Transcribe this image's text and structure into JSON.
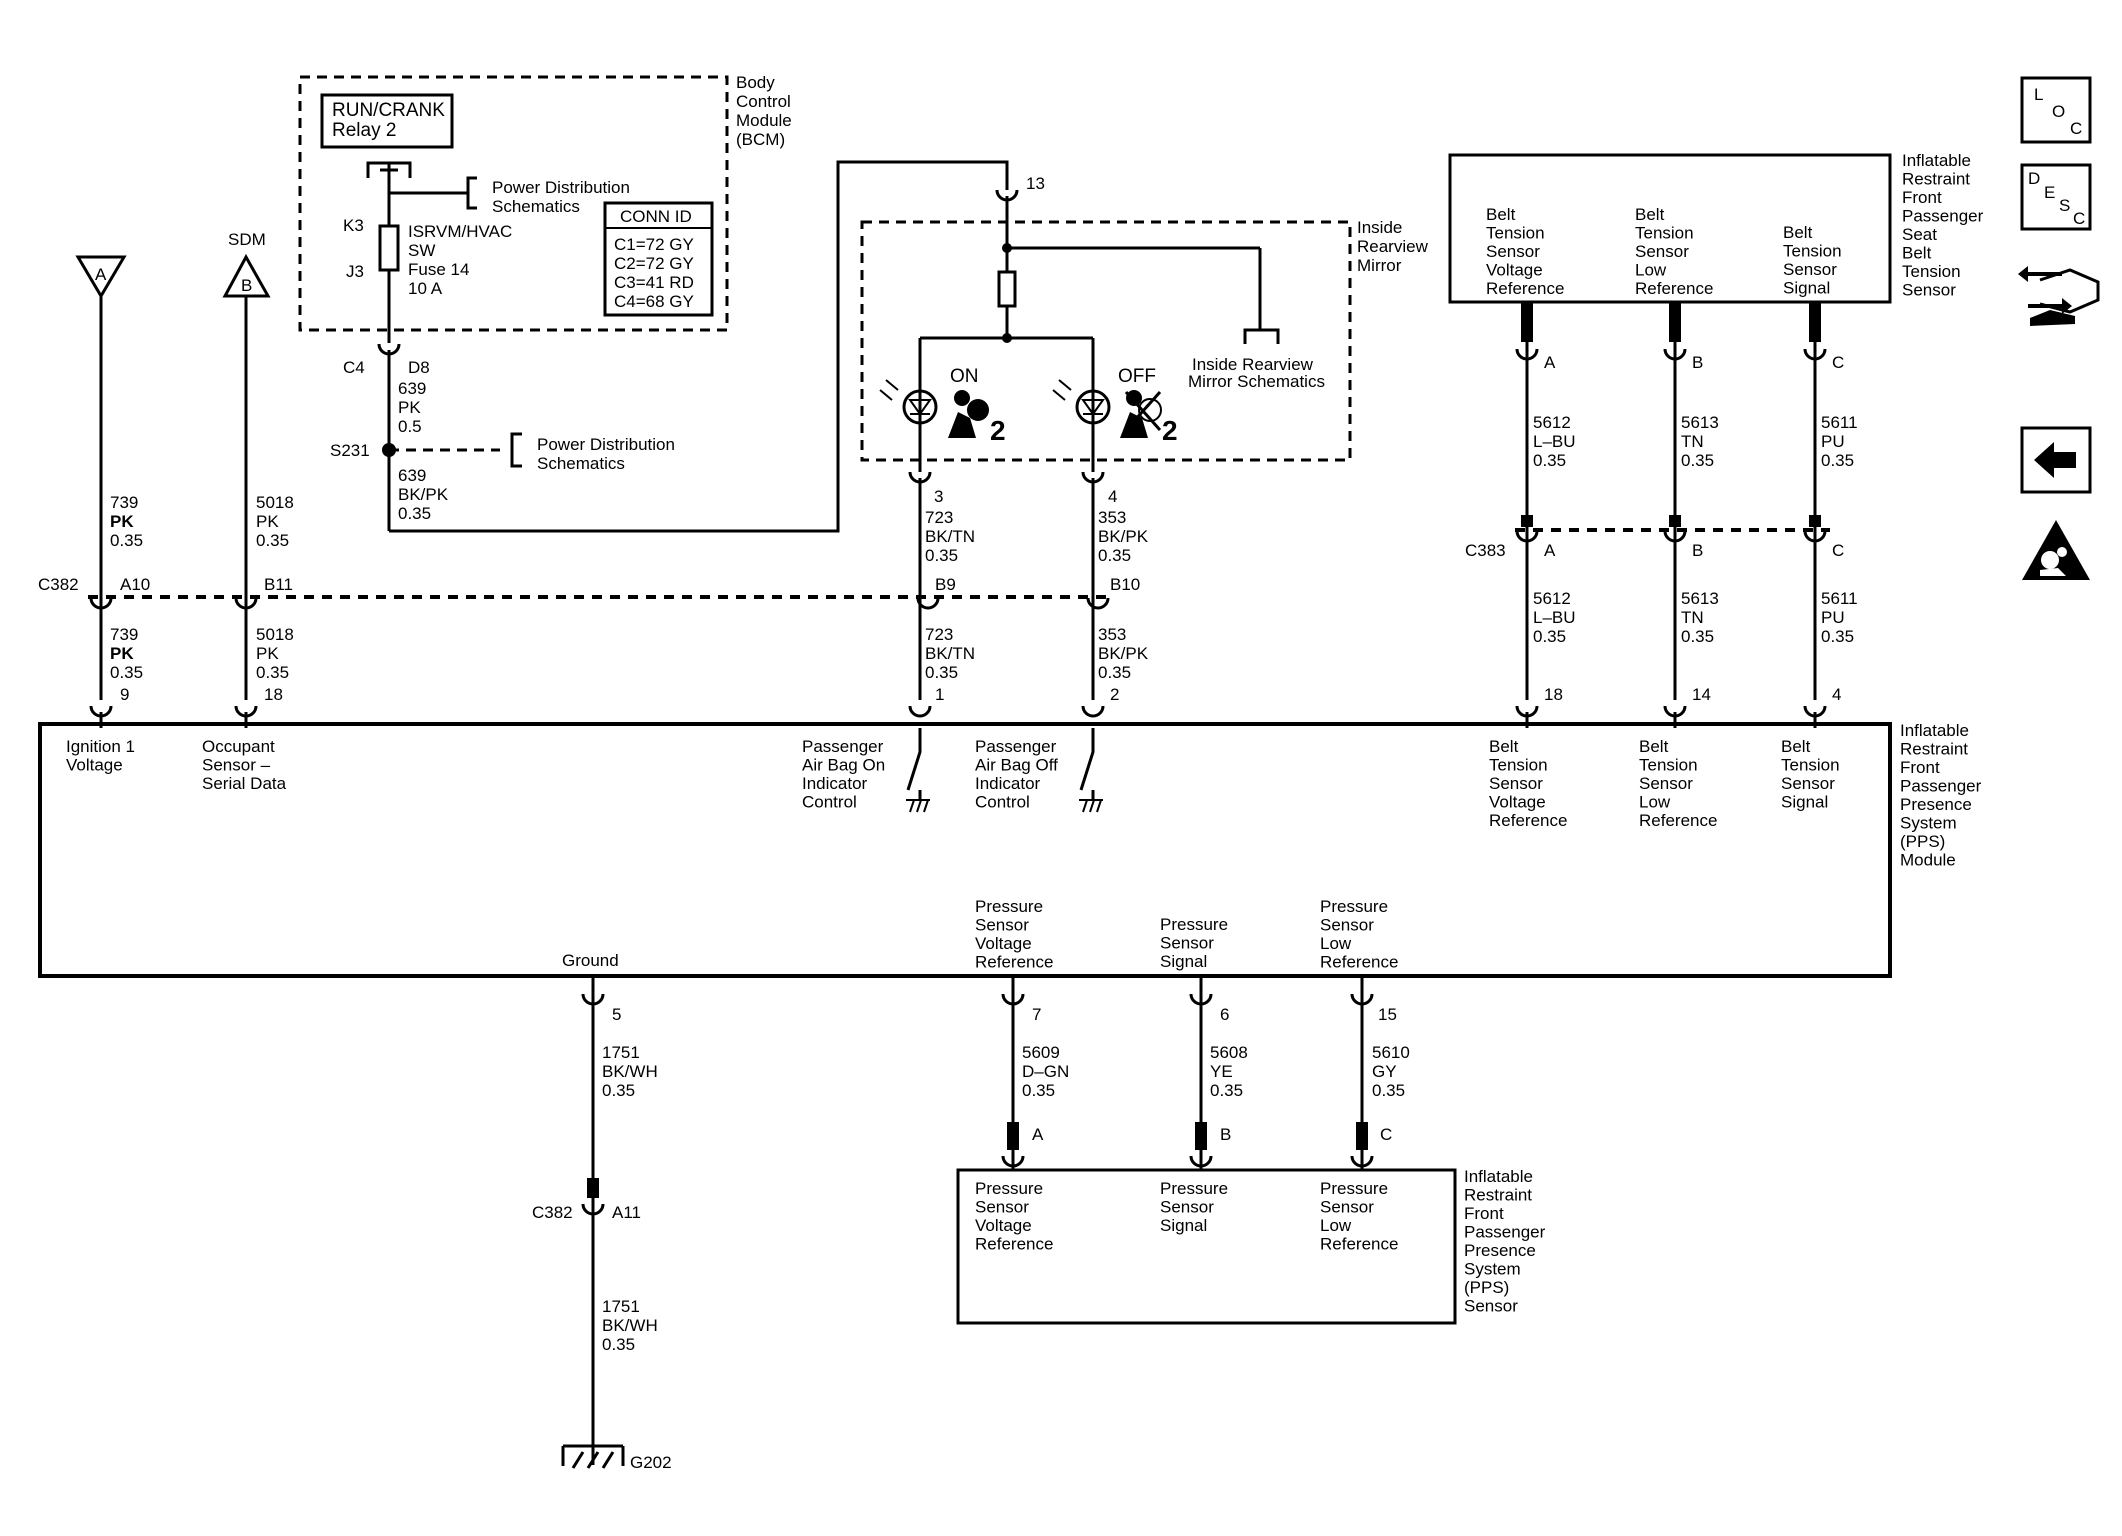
{
  "bcm": {
    "title": [
      "Body",
      "Control",
      "Module",
      "(BCM)"
    ],
    "relay": [
      "RUN/CRANK",
      "Relay 2"
    ],
    "power_dist_1": [
      "Power Distribution",
      "Schematics"
    ],
    "power_dist_2": [
      "Power Distribution",
      "Schematics"
    ],
    "k3": "K3",
    "j3": "J3",
    "fuse": [
      "ISRVM/HVAC",
      "SW",
      "Fuse 14",
      "10 A"
    ],
    "conn_id_title": "CONN ID",
    "conn_id": [
      "C1=72 GY",
      "C2=72 GY",
      "C3=41 RD",
      "C4=68 GY"
    ],
    "c4": "C4",
    "d8": "D8",
    "wire_639a": [
      "639",
      "PK",
      "0.5"
    ],
    "s231": "S231",
    "wire_639b": [
      "639",
      "BK/PK",
      "0.35"
    ]
  },
  "left": {
    "a_label": "A",
    "sdm": "SDM",
    "b_label": "B",
    "wire_739_top": [
      "739",
      "PK",
      "0.35"
    ],
    "wire_5018_top": [
      "5018",
      "PK",
      "0.35"
    ],
    "c382": "C382",
    "a10": "A10",
    "b11": "B11",
    "wire_739_bot": [
      "739",
      "PK",
      "0.35"
    ],
    "wire_5018_bot": [
      "5018",
      "PK",
      "0.35"
    ],
    "pin_9": "9",
    "pin_18": "18"
  },
  "mirror": {
    "title": [
      "Inside",
      "Rearview",
      "Mirror"
    ],
    "pin_13": "13",
    "on": "ON",
    "off": "OFF",
    "num_on": "2",
    "num_off": "2",
    "schem": [
      "Inside Rearview",
      "Mirror Schematics"
    ],
    "pin_3": "3",
    "pin_4": "4",
    "wire_723_top": [
      "723",
      "BK/TN",
      "0.35"
    ],
    "wire_353_top": [
      "353",
      "BK/PK",
      "0.35"
    ],
    "b9": "B9",
    "b10": "B10",
    "wire_723_bot": [
      "723",
      "BK/TN",
      "0.35"
    ],
    "wire_353_bot": [
      "353",
      "BK/PK",
      "0.35"
    ],
    "pin_1": "1",
    "pin_2": "2"
  },
  "belt_sensor": {
    "title": [
      "Inflatable",
      "Restraint",
      "Front",
      "Passenger",
      "Seat",
      "Belt",
      "Tension",
      "Sensor"
    ],
    "col1": [
      "Belt",
      "Tension",
      "Sensor",
      "Voltage",
      "Reference"
    ],
    "col2": [
      "Belt",
      "Tension",
      "Sensor",
      "Low",
      "Reference"
    ],
    "col3": [
      "Belt",
      "Tension",
      "Sensor",
      "Signal"
    ],
    "pin_a": "A",
    "pin_b": "B",
    "pin_c": "C",
    "wire_5612_top": [
      "5612",
      "L–BU",
      "0.35"
    ],
    "wire_5613_top": [
      "5613",
      "TN",
      "0.35"
    ],
    "wire_5611_top": [
      "5611",
      "PU",
      "0.35"
    ],
    "c383": "C383",
    "c383_a": "A",
    "c383_b": "B",
    "c383_c": "C",
    "wire_5612_bot": [
      "5612",
      "L–BU",
      "0.35"
    ],
    "wire_5613_bot": [
      "5613",
      "TN",
      "0.35"
    ],
    "wire_5611_bot": [
      "5611",
      "PU",
      "0.35"
    ],
    "pin_18": "18",
    "pin_14": "14",
    "pin_4": "4"
  },
  "pps_module": {
    "title": [
      "Inflatable",
      "Restraint",
      "Front",
      "Passenger",
      "Presence",
      "System",
      "(PPS)",
      "Module"
    ],
    "ignition": [
      "Ignition 1",
      "Voltage"
    ],
    "occupant": [
      "Occupant",
      "Sensor –",
      "Serial Data"
    ],
    "airbag_on": [
      "Passenger",
      "Air Bag On",
      "Indicator",
      "Control"
    ],
    "airbag_off": [
      "Passenger",
      "Air Bag Off",
      "Indicator",
      "Control"
    ],
    "belt1": [
      "Belt",
      "Tension",
      "Sensor",
      "Voltage",
      "Reference"
    ],
    "belt2": [
      "Belt",
      "Tension",
      "Sensor",
      "Low",
      "Reference"
    ],
    "belt3": [
      "Belt",
      "Tension",
      "Sensor",
      "Signal"
    ],
    "ground": "Ground",
    "pres1": [
      "Pressure",
      "Sensor",
      "Voltage",
      "Reference"
    ],
    "pres2": [
      "Pressure",
      "Sensor",
      "Signal"
    ],
    "pres3": [
      "Pressure",
      "Sensor",
      "Low",
      "Reference"
    ]
  },
  "bottom": {
    "pin_5": "5",
    "wire_1751_top": [
      "1751",
      "BK/WH",
      "0.35"
    ],
    "c382": "C382",
    "a11": "A11",
    "wire_1751_bot": [
      "1751",
      "BK/WH",
      "0.35"
    ],
    "g202": "G202",
    "pin_7": "7",
    "pin_6": "6",
    "pin_15": "15",
    "wire_5609": [
      "5609",
      "D–GN",
      "0.35"
    ],
    "wire_5608": [
      "5608",
      "YE",
      "0.35"
    ],
    "wire_5610": [
      "5610",
      "GY",
      "0.35"
    ],
    "pin_a": "A",
    "pin_b": "B",
    "pin_c": "C"
  },
  "pps_sensor": {
    "title": [
      "Inflatable",
      "Restraint",
      "Front",
      "Passenger",
      "Presence",
      "System",
      "(PPS)",
      "Sensor"
    ],
    "col1": [
      "Pressure",
      "Sensor",
      "Voltage",
      "Reference"
    ],
    "col2": [
      "Pressure",
      "Sensor",
      "Signal"
    ],
    "col3": [
      "Pressure",
      "Sensor",
      "Low",
      "Reference"
    ]
  },
  "nav": {
    "loc": [
      "L",
      "O",
      "C"
    ],
    "desc": [
      "D",
      "E",
      "S",
      "C"
    ]
  }
}
